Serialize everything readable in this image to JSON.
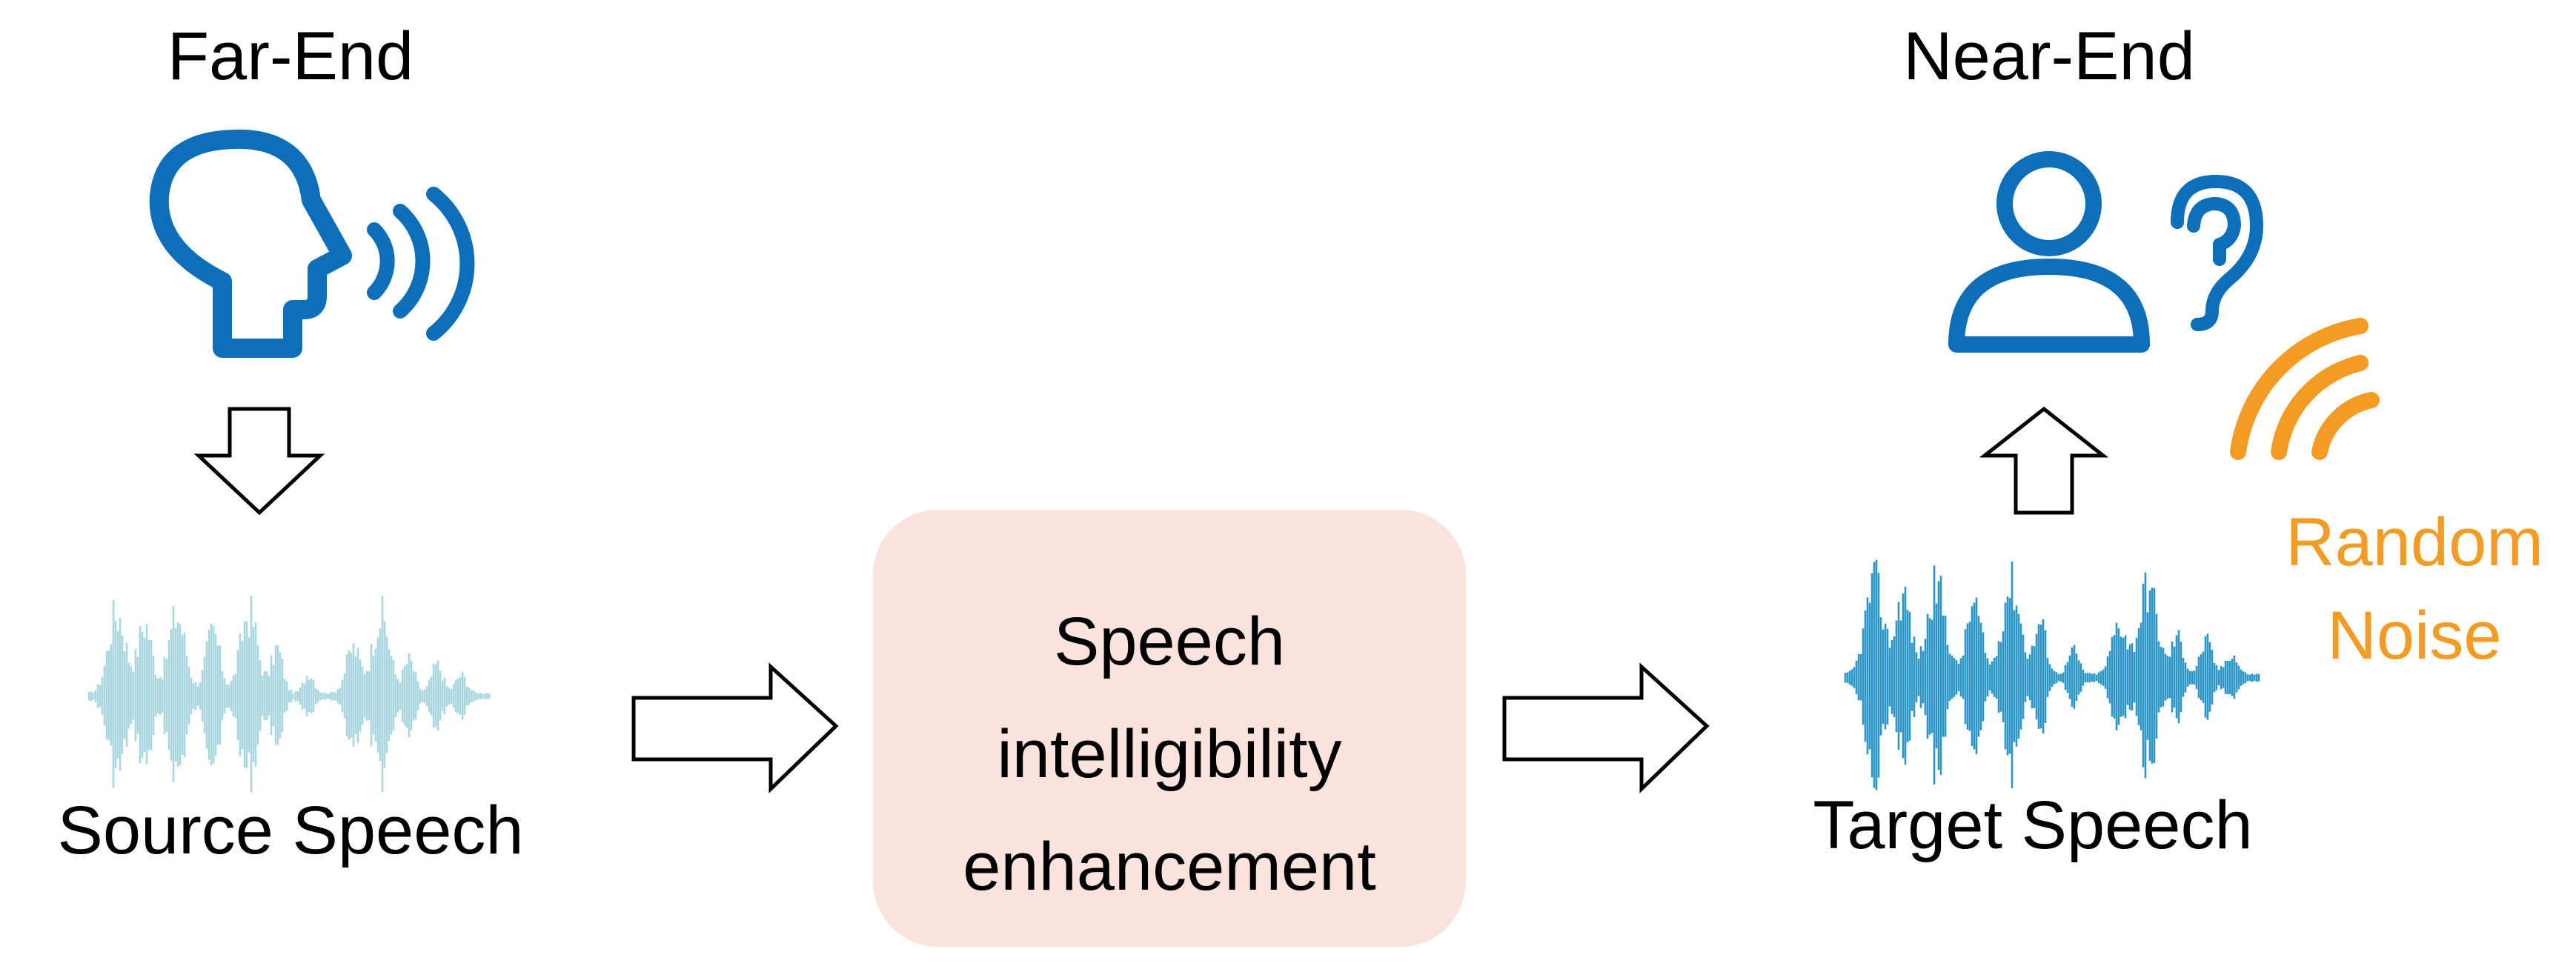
{
  "far_end": {
    "title": "Far-End",
    "icon": "speaking-head-icon",
    "caption": "Source Speech"
  },
  "near_end": {
    "title": "Near-End",
    "icons": [
      "listener-person-icon",
      "ear-icon"
    ],
    "caption": "Target Speech"
  },
  "process": {
    "lines": [
      "Speech",
      "intelligibility",
      "enhancement"
    ]
  },
  "noise": {
    "line1": "Random",
    "line2": "Noise",
    "icon": "noise-waves-icon"
  },
  "colors": {
    "icon_blue": "#0d6fba",
    "noise_orange": "#f39b22",
    "box_fill": "#fae3dd",
    "source_wave": "#a9d7e0",
    "target_wave": "#2a96c8"
  }
}
